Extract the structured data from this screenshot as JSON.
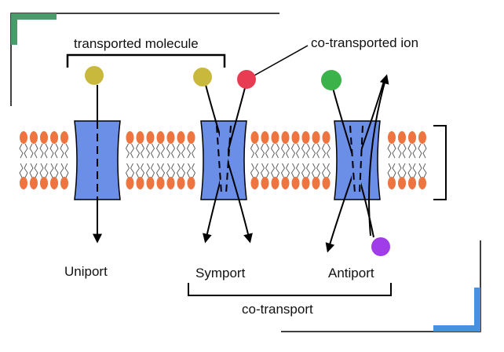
{
  "labels": {
    "transported_molecule": "transported molecule",
    "co_transported_ion": "co-transported ion",
    "uniport": "Uniport",
    "symport": "Symport",
    "antiport": "Antiport",
    "co_transport": "co-transport"
  },
  "colors": {
    "membrane_head": "#ee7440",
    "protein": "#6b8fe6",
    "molecule_yellow": "#c8b83c",
    "ion_red": "#e83c52",
    "ion_green": "#3cb34a",
    "ion_purple": "#a03ce8",
    "corner_green": "#4a9a6a",
    "corner_blue": "#4a90e0"
  }
}
